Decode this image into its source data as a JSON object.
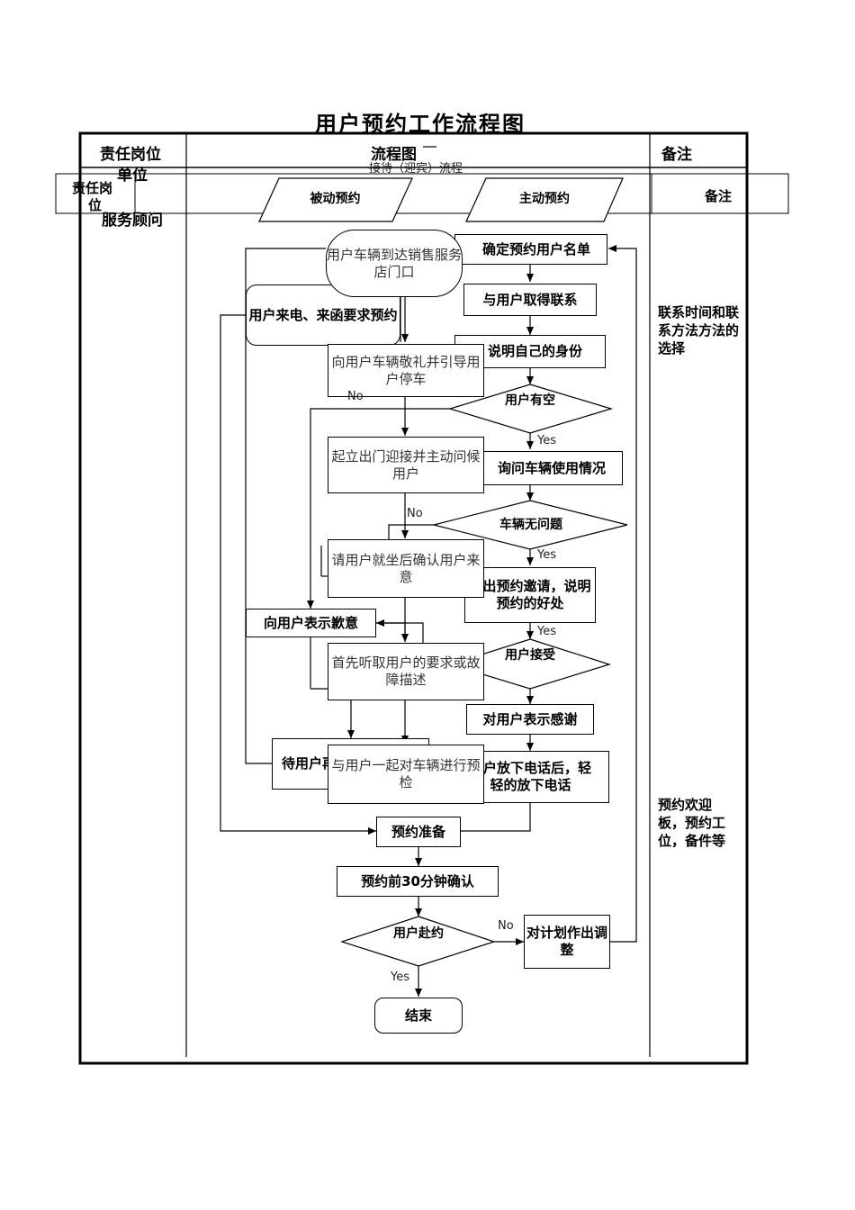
{
  "title": "用户预约工作流程图",
  "table": {
    "header_col1": "责任岗位",
    "header_col1_sub": "单位",
    "header_col2": "流程图",
    "header_col3": "备注",
    "overlay_col1": "责任岗",
    "overlay_col1b": "位",
    "overlay_col3": "备注",
    "overlay_subtitle": "接待（迎宾）流程",
    "role": "服务顾问"
  },
  "remarks": {
    "note1": "联系时间和联系方法方法的选择",
    "note2": "预约欢迎板，预约工位，备件等"
  },
  "flow": {
    "passive": "被动预约",
    "active": "主动预约",
    "arrive": "用户车辆到达销售服务店门口",
    "call_in": "用户来电、来函要求预约",
    "confirm_list": "确定预约用户名单",
    "contact": "与用户取得联系",
    "identity": "说明自己的身份",
    "salute": "向用户车辆敬礼并引导用户停车",
    "has_time": "用户有空",
    "greet": "起立出门迎接并主动问候用户",
    "ask_usage": "询问车辆使用情况",
    "car_ok": "车辆无问题",
    "seat_confirm": "请用户就坐后确认用户来意",
    "invite": "发出预约邀请，说明预约的好处",
    "apologize": "向用户表示歉意",
    "listen": "首先听取用户的要求或故障描述",
    "accept": "用户接受",
    "thank": "对用户表示感谢",
    "wait_hang": "待用户再轻轻",
    "precheck": "与用户一起对车辆进行预检",
    "hangup": "用户放下电话后，轻轻的放下电话",
    "prepare": "预约准备",
    "confirm30": "预约前30分钟确认",
    "attend": "用户赴约",
    "adjust": "对计划作出调整",
    "end": "结束",
    "yes": "Yes",
    "no": "No"
  }
}
